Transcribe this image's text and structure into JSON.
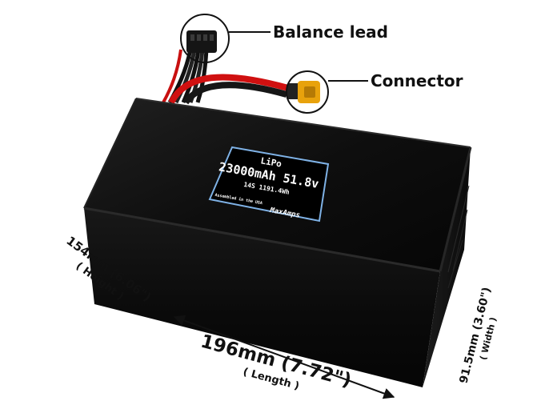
{
  "callouts": {
    "balance_lead": "Balance lead",
    "connector": "Connector"
  },
  "battery_label": {
    "chemistry": "LiPo",
    "capacity_voltage": "23000mAh 51.8v",
    "config_energy": "14S 1191.4Wh",
    "assembled": "Assembled in the USA",
    "brand": "MaxAmps"
  },
  "dimensions": {
    "length": {
      "value": "196mm (7.72\")",
      "label": "( Length )"
    },
    "height": {
      "value": "154mm (6.06\")",
      "label": "( Height )"
    },
    "width": {
      "value": "91.5mm (3.60\")",
      "label": "( Width )"
    }
  },
  "colors": {
    "battery_body": "#0b0b0b",
    "red_wire": "#d01010",
    "connector_yellow": "#e8a20c",
    "label_border": "#7fb2e6"
  }
}
